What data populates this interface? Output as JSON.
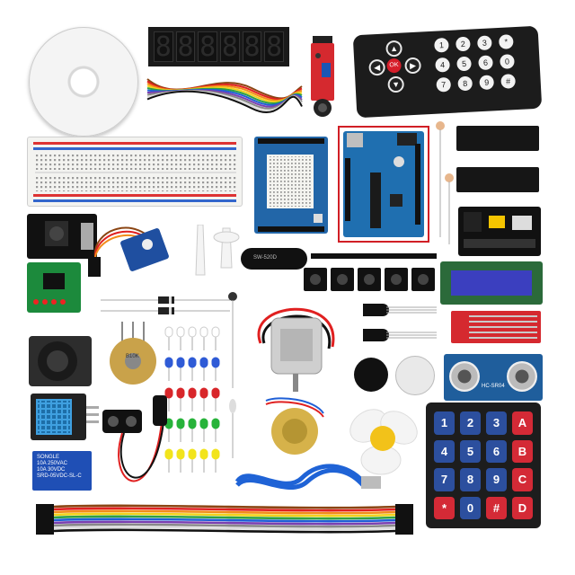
{
  "kit": {
    "seven_segment_digits": [
      "8",
      "8",
      "8",
      "8",
      "8",
      "8"
    ],
    "remote_keys": {
      "up": "▲",
      "left": "◀",
      "ok": "OK",
      "right": "▶",
      "down": "▼",
      "numbers": [
        "1",
        "2",
        "3",
        "4",
        "5",
        "6",
        "7",
        "8",
        "9",
        "*",
        "0",
        "#"
      ]
    },
    "ic_upper_label": "",
    "ic_lower_label": "",
    "tilt_switch_label": "SW-520D",
    "motor_label": "",
    "buzzer_label": "",
    "ultrasonic_label": "HC-SR04",
    "relay_label_lines": [
      "SONGLE",
      "10A 250VAC",
      "10A 30VDC",
      "SRD-05VDC-SL-C"
    ],
    "keypad_keys": [
      "1",
      "2",
      "3",
      "A",
      "4",
      "5",
      "6",
      "B",
      "7",
      "8",
      "9",
      "C",
      "*",
      "0",
      "#",
      "D"
    ],
    "potentiometer_label": "B10K",
    "led_colors": [
      "#ffffff",
      "#2f5bd6",
      "#d8262a",
      "#27b33a",
      "#f2e41c"
    ],
    "jumper_colors": [
      "#8b4513",
      "#e02020",
      "#f28c1a",
      "#f2d21c",
      "#2ea043",
      "#1f5fd6",
      "#7a3fb0",
      "#888888",
      "#ffffff",
      "#111111"
    ]
  }
}
